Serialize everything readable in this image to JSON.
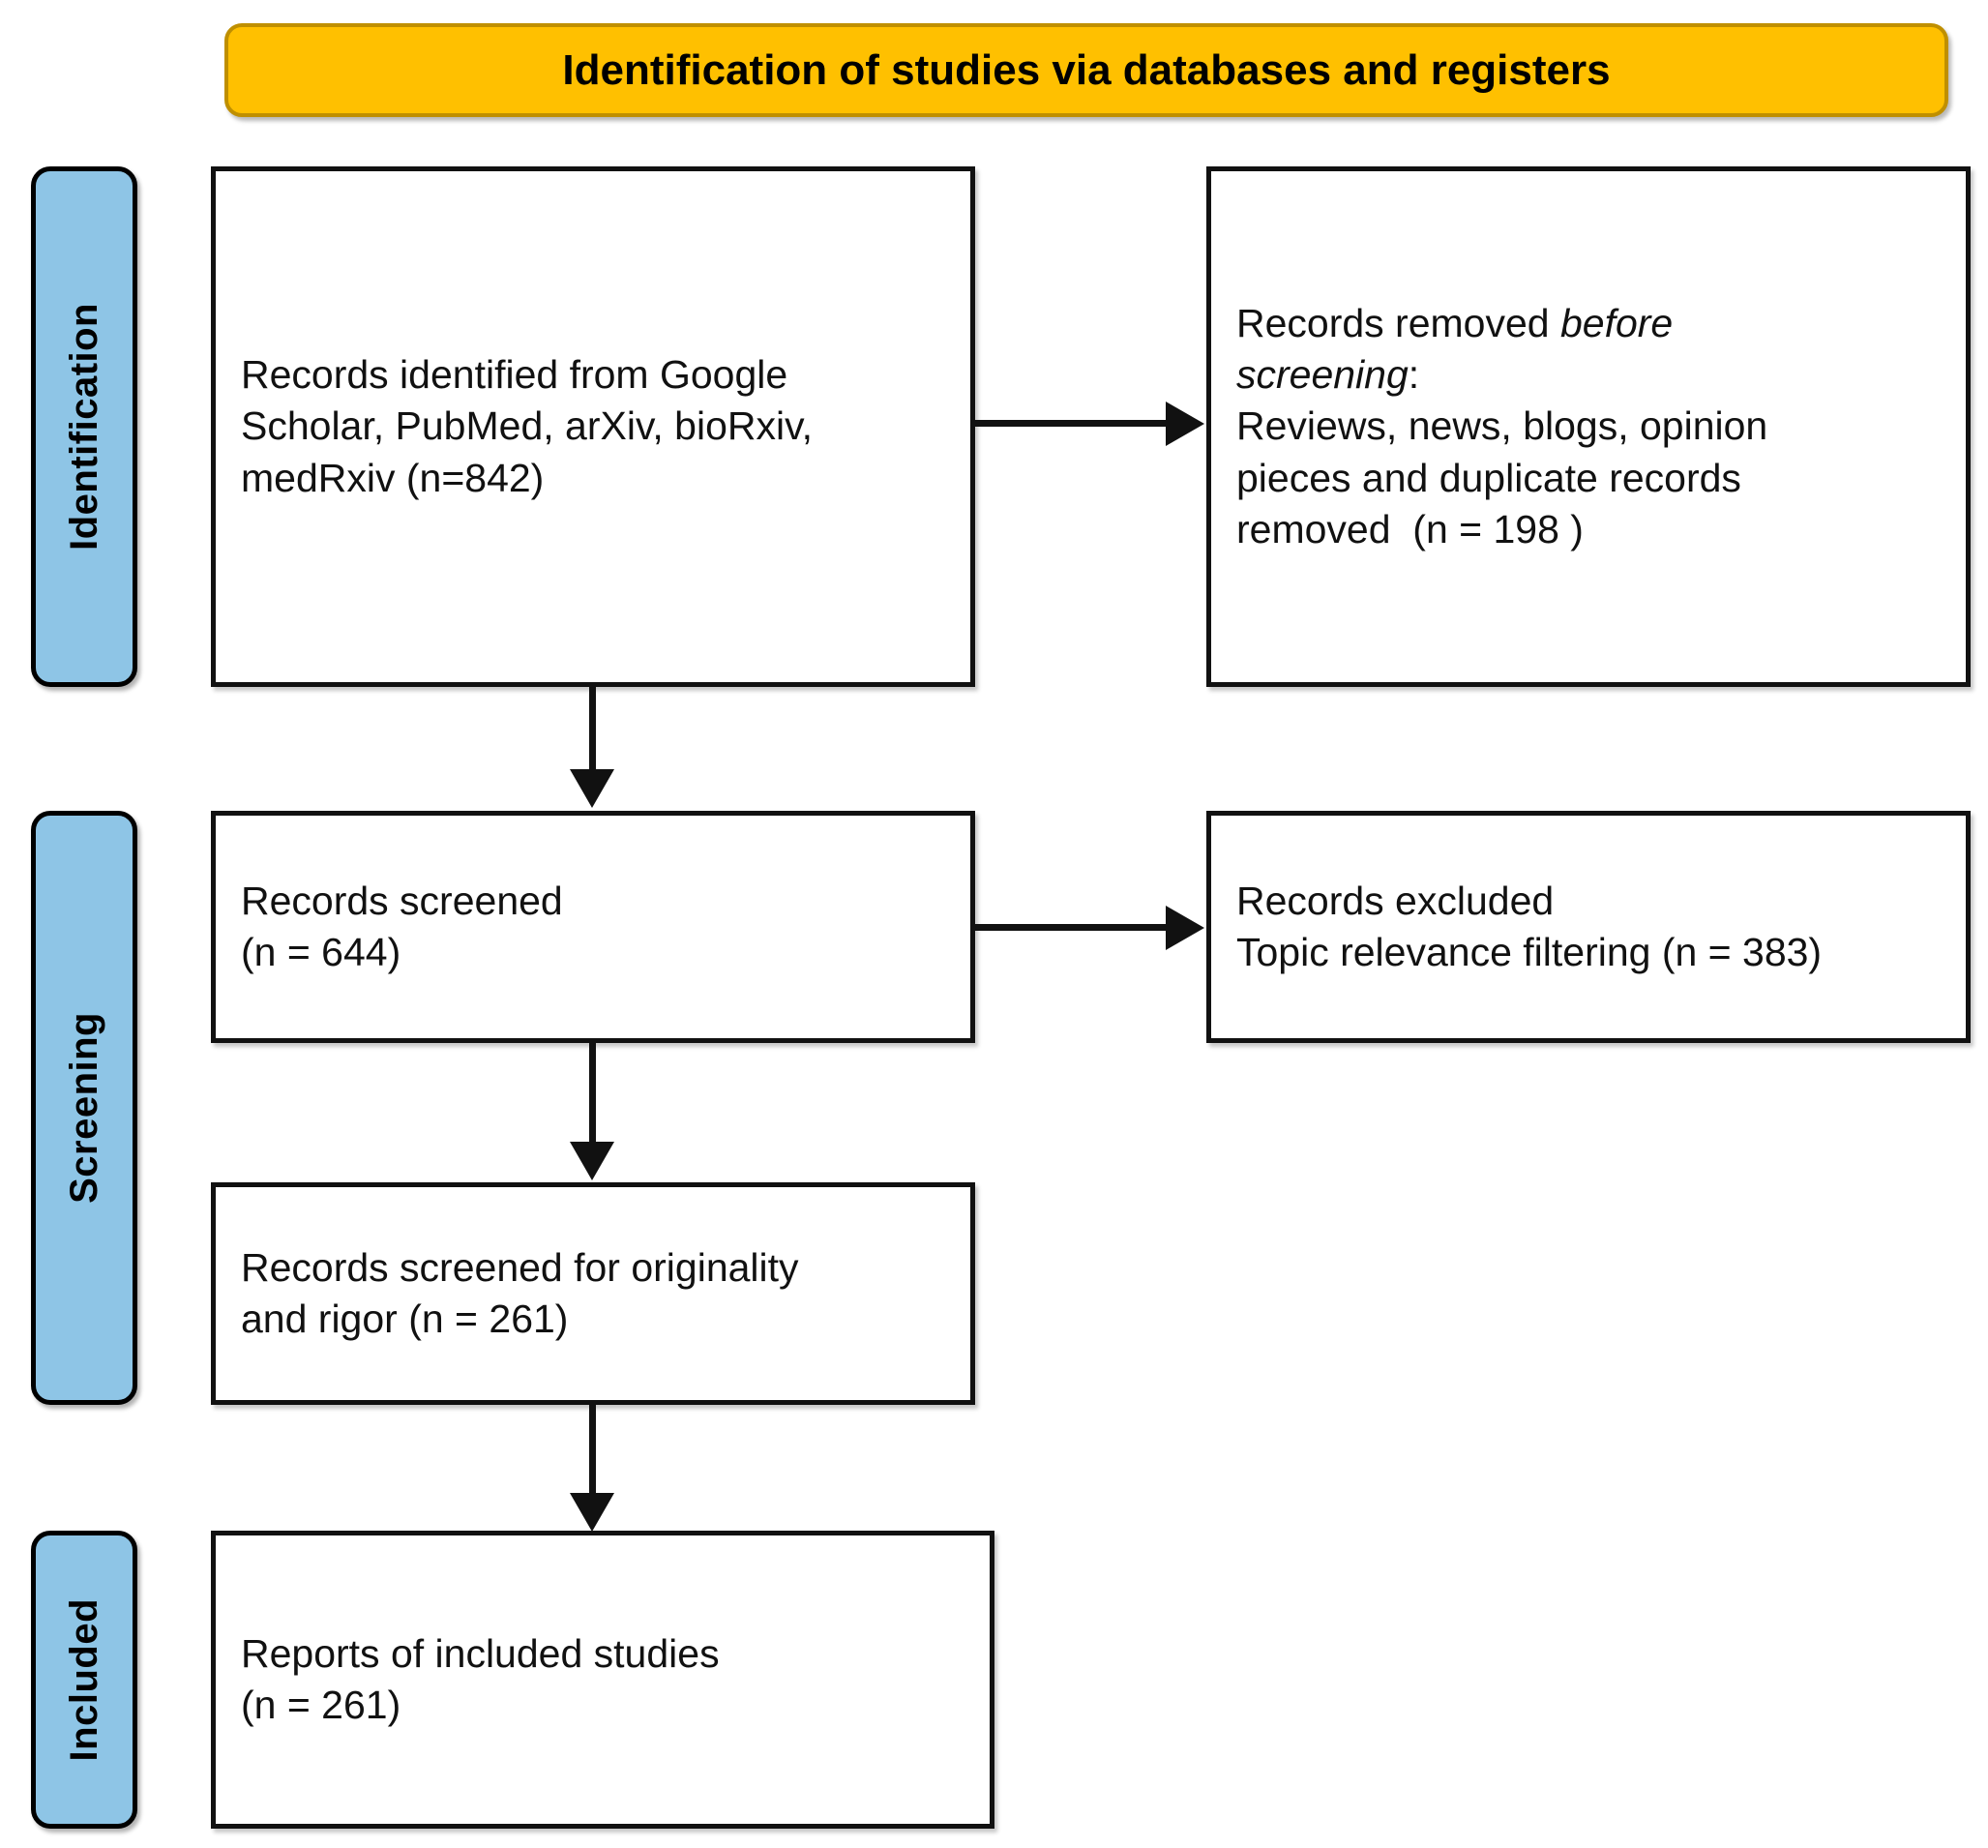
{
  "banner": {
    "title": "Identification of studies via databases and registers",
    "fill_color": "#FFC000",
    "border_color": "#BF8F00"
  },
  "stages": [
    {
      "id": "identification",
      "label": "Identification",
      "fill_color": "#8EC5E6"
    },
    {
      "id": "screening",
      "label": "Screening",
      "fill_color": "#8EC5E6"
    },
    {
      "id": "included",
      "label": "Included",
      "fill_color": "#8EC5E6"
    }
  ],
  "boxes": {
    "identified": {
      "text": "Records identified from Google\nScholar, PubMed, arXiv, bioRxiv,\nmedRxiv (n=842)",
      "count": 842
    },
    "removed": {
      "line1_prefix": "Records removed ",
      "line1_italic": "before",
      "line2_italic": "screening",
      "line2_suffix": ":",
      "rest": "Reviews, news, blogs, opinion\npieces and duplicate records\nremoved  (n = 198 )",
      "count": 198
    },
    "screened": {
      "text": "Records screened\n(n = 644)",
      "count": 644
    },
    "excluded": {
      "text": "Records excluded\nTopic relevance filtering (n = 383)",
      "count": 383
    },
    "originality": {
      "text": "Records screened for originality\nand rigor (n = 261)",
      "count": 261
    },
    "included": {
      "text": "Reports of included studies\n(n = 261)",
      "count": 261
    }
  },
  "arrows": [
    {
      "id": "identified-to-removed",
      "direction": "right"
    },
    {
      "id": "identified-to-screened",
      "direction": "down"
    },
    {
      "id": "screened-to-excluded",
      "direction": "right"
    },
    {
      "id": "screened-to-originality",
      "direction": "down"
    },
    {
      "id": "originality-to-included",
      "direction": "down"
    }
  ],
  "chart_data": {
    "type": "diagram",
    "title": "Identification of studies via databases and registers",
    "nodes": [
      {
        "id": "identified",
        "stage": "Identification",
        "label": "Records identified from Google Scholar, PubMed, arXiv, bioRxiv, medRxiv (n=842)",
        "n": 842
      },
      {
        "id": "removed",
        "stage": "Identification",
        "label": "Records removed before screening: Reviews, news, blogs, opinion pieces and duplicate records removed  (n = 198 )",
        "n": 198
      },
      {
        "id": "screened",
        "stage": "Screening",
        "label": "Records screened (n = 644)",
        "n": 644
      },
      {
        "id": "excluded",
        "stage": "Screening",
        "label": "Records excluded Topic relevance filtering (n = 383)",
        "n": 383
      },
      {
        "id": "originality",
        "stage": "Screening",
        "label": "Records screened for originality and rigor (n = 261)",
        "n": 261
      },
      {
        "id": "included",
        "stage": "Included",
        "label": "Reports of included studies (n = 261)",
        "n": 261
      }
    ],
    "edges": [
      {
        "from": "identified",
        "to": "removed",
        "direction": "right"
      },
      {
        "from": "identified",
        "to": "screened",
        "direction": "down"
      },
      {
        "from": "screened",
        "to": "excluded",
        "direction": "right"
      },
      {
        "from": "screened",
        "to": "originality",
        "direction": "down"
      },
      {
        "from": "originality",
        "to": "included",
        "direction": "down"
      }
    ]
  }
}
